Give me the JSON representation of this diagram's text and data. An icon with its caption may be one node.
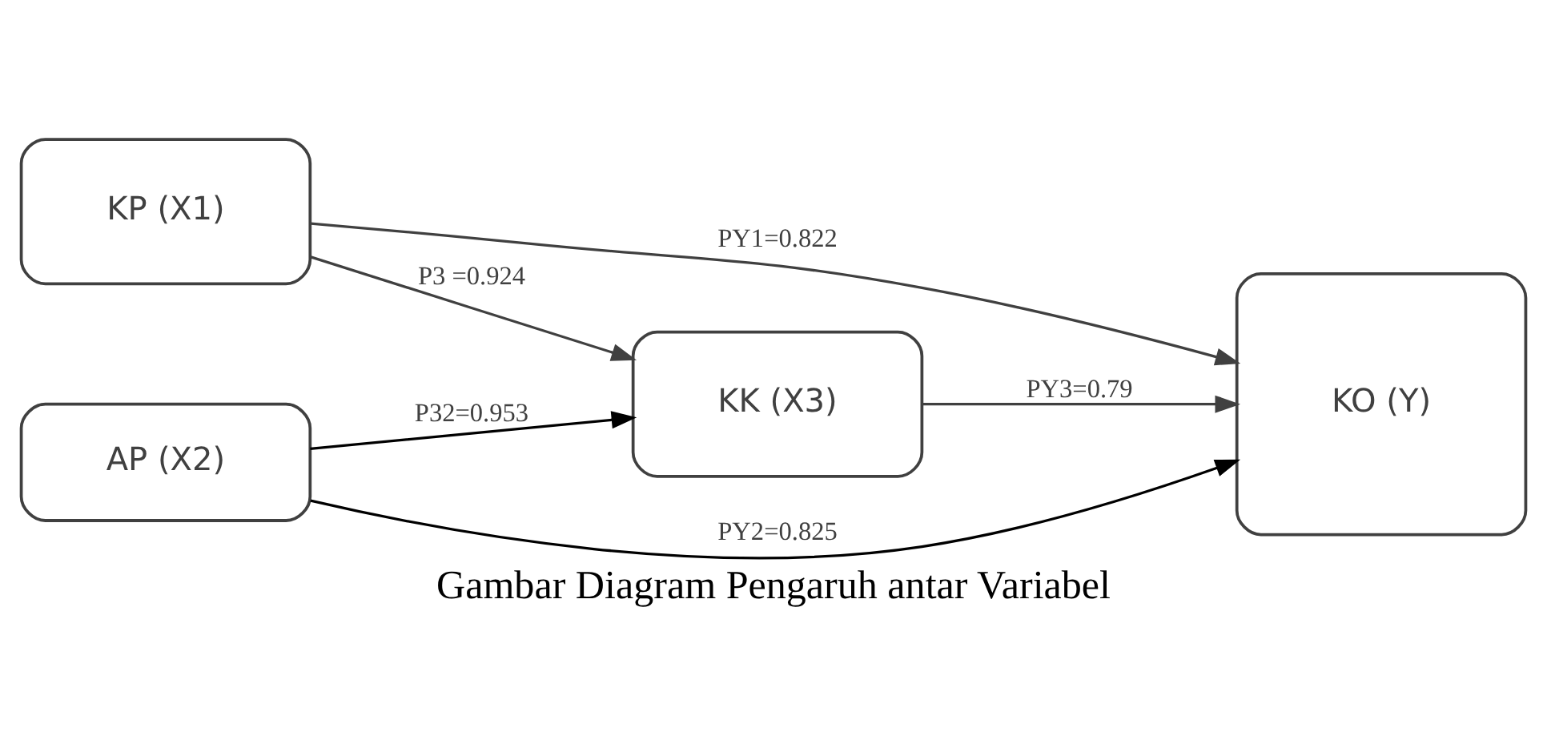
{
  "diagram": {
    "caption": "Gambar Diagram Pengaruh antar Variabel",
    "nodes": [
      {
        "text": [
          "KP (X1)"
        ]
      },
      {
        "text": [
          "KK (X3)"
        ]
      },
      {
        "text": [
          "KO (Y)"
        ]
      },
      {
        "text": [
          "AP (X2)"
        ]
      }
    ],
    "edges": [
      {
        "from": 0,
        "to": 2,
        "arrow": "to",
        "label": "PY1=0.822"
      },
      {
        "from": 0,
        "to": 1,
        "arrow": "to",
        "label": "P3 =0.924"
      },
      {
        "from": 1,
        "to": 2,
        "arrow": "to",
        "label": "PY3=0.79"
      },
      {
        "from": 3,
        "to": 1,
        "arrow": "to",
        "label": "P32=0.953",
        "color": "#000000"
      },
      {
        "from": 3,
        "to": 2,
        "arrow": "to",
        "label": "PY2=0.825",
        "color": "#000000"
      }
    ]
  }
}
